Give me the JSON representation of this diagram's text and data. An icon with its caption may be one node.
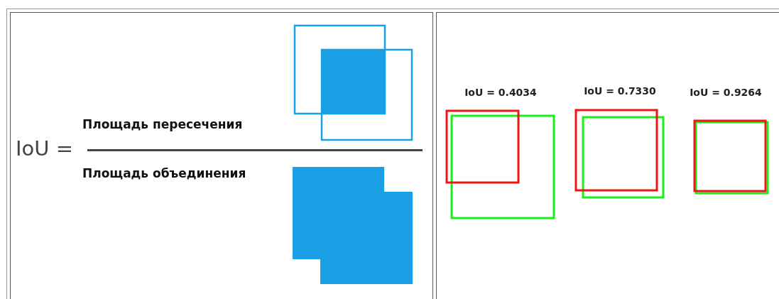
{
  "diagram": {
    "labels": [
      "IoU =",
      "Площадь пересечения",
      "Площадь объединения",
      "IoU = 0.4034",
      "IoU = 0.7330",
      "IoU = 0.9264"
    ]
  }
}
